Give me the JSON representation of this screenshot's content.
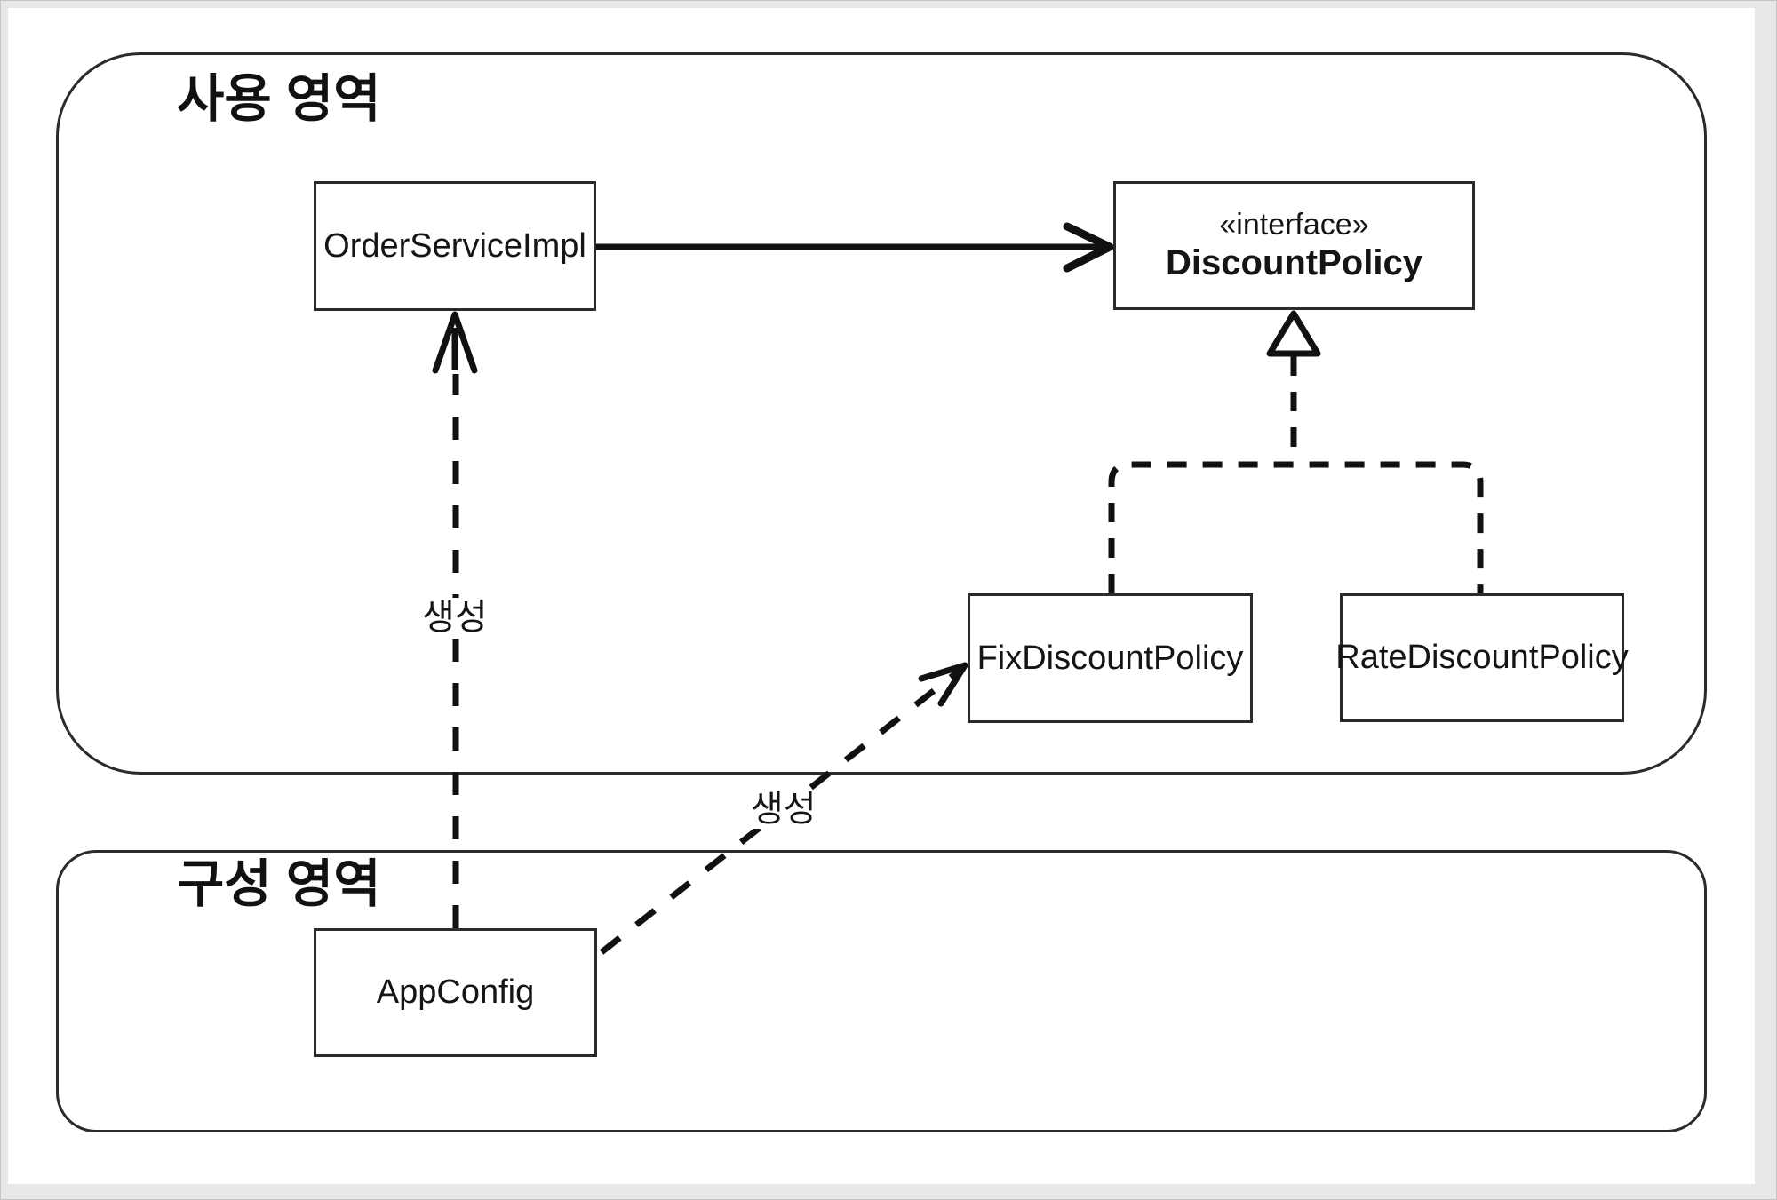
{
  "diagram": {
    "type": "uml-class-diagram",
    "regions": {
      "usage": {
        "title": "사용 영역"
      },
      "config": {
        "title": "구성 영역"
      }
    },
    "classes": {
      "order_service_impl": {
        "label": "OrderServiceImpl"
      },
      "discount_policy": {
        "stereotype": "«interface»",
        "label": "DiscountPolicy"
      },
      "fix_discount_policy": {
        "label": "FixDiscountPolicy"
      },
      "rate_discount_policy": {
        "label": "RateDiscountPolicy"
      },
      "app_config": {
        "label": "AppConfig"
      }
    },
    "edges": {
      "order_to_discount": {
        "type": "association-solid-arrow",
        "from": "OrderServiceImpl",
        "to": "DiscountPolicy"
      },
      "fix_realizes_discount": {
        "type": "realization-dashed-hollow-triangle",
        "from": "FixDiscountPolicy",
        "to": "DiscountPolicy"
      },
      "rate_realizes_discount": {
        "type": "realization-dashed-hollow-triangle",
        "from": "RateDiscountPolicy",
        "to": "DiscountPolicy"
      },
      "appconfig_creates_orderservice": {
        "type": "dashed-arrow",
        "label": "생성",
        "from": "AppConfig",
        "to": "OrderServiceImpl"
      },
      "appconfig_creates_fixdiscount": {
        "type": "dashed-arrow",
        "label": "생성",
        "from": "AppConfig",
        "to": "FixDiscountPolicy"
      }
    },
    "colors": {
      "line": "#2b2b2b",
      "text": "#151515",
      "page": "#ffffff",
      "margin": "#e8e8e8"
    }
  }
}
